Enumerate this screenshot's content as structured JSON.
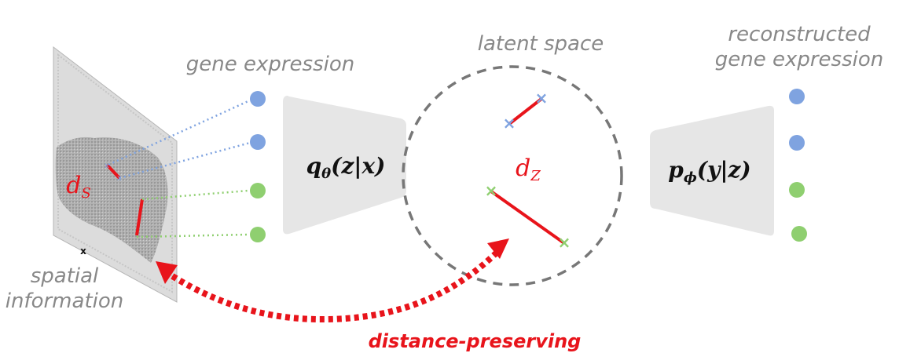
{
  "labels": {
    "gene_expression": "gene expression",
    "latent_space": "latent space",
    "reconstructed_line1": "reconstructed",
    "reconstructed_line2": "gene expression",
    "spatial_line1": "spatial",
    "spatial_line2": "information",
    "distance_preserving": "distance-preserving",
    "axis_mark": "x"
  },
  "math": {
    "encoder": "q",
    "encoder_sub": "θ",
    "encoder_args": "(z|x)",
    "decoder": "p",
    "decoder_sub": "ϕ",
    "decoder_args": "(y|z)",
    "spatial_distance": "d",
    "spatial_distance_sub": "S",
    "latent_distance": "d",
    "latent_distance_sub": "Z"
  },
  "colors": {
    "blue": "#7fa3e0",
    "green": "#8fcf70",
    "red": "#e8141b",
    "grey_shape": "#e6e6e6",
    "dashed_circle": "#777777",
    "label_grey": "#888888"
  }
}
